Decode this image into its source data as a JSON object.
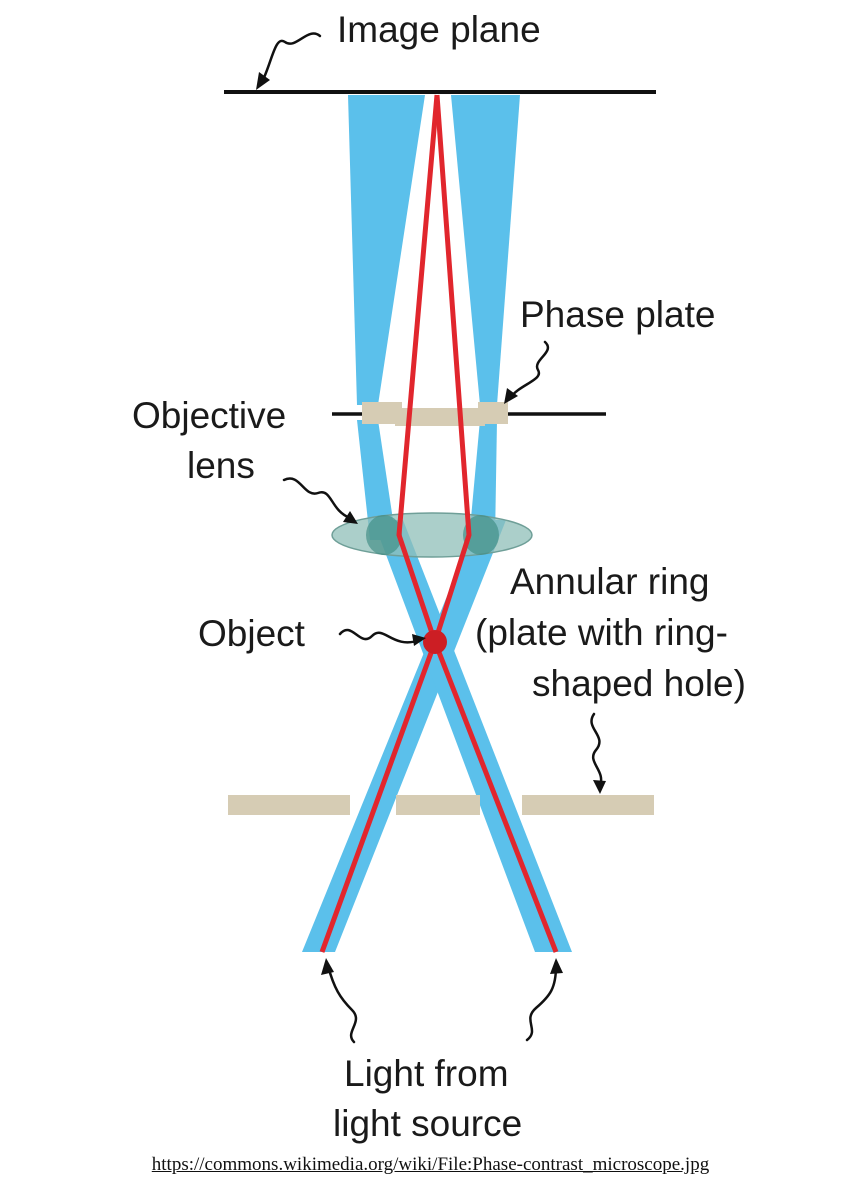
{
  "labels": {
    "image_plane": "Image plane",
    "phase_plate": "Phase plate",
    "objective_lens_line1": "Objective",
    "objective_lens_line2": "lens",
    "annular_ring_line1": "Annular ring",
    "annular_ring_line2": "(plate with ring-",
    "annular_ring_line3": "shaped hole)",
    "object": "Object",
    "light_line1": "Light from",
    "light_line2": "light source"
  },
  "source_url": "https://commons.wikimedia.org/wiki/File:Phase-contrast_microscope.jpg",
  "colors": {
    "beam_blue": "#5bc0eb",
    "ray_red": "#e1262d",
    "plate_tan": "#d6ccb4",
    "lens_teal": "#8fbfb8",
    "line_black": "#111111"
  }
}
